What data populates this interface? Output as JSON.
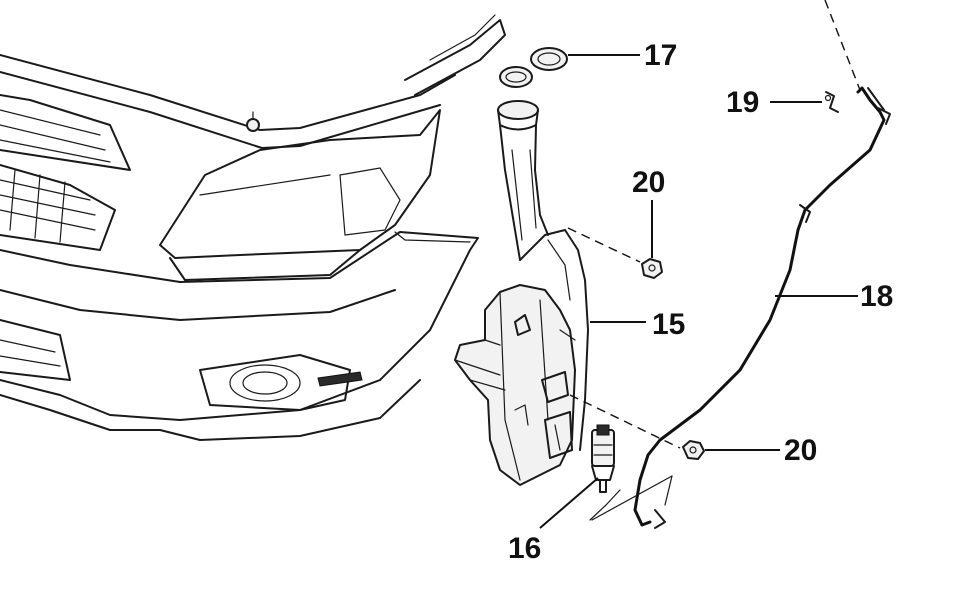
{
  "callouts": {
    "c17": "17",
    "c19": "19",
    "c20_upper": "20",
    "c15": "15",
    "c18": "18",
    "c20_lower": "20",
    "c16": "16"
  },
  "colors": {
    "line": "#1a1a1a",
    "background": "#ffffff"
  }
}
